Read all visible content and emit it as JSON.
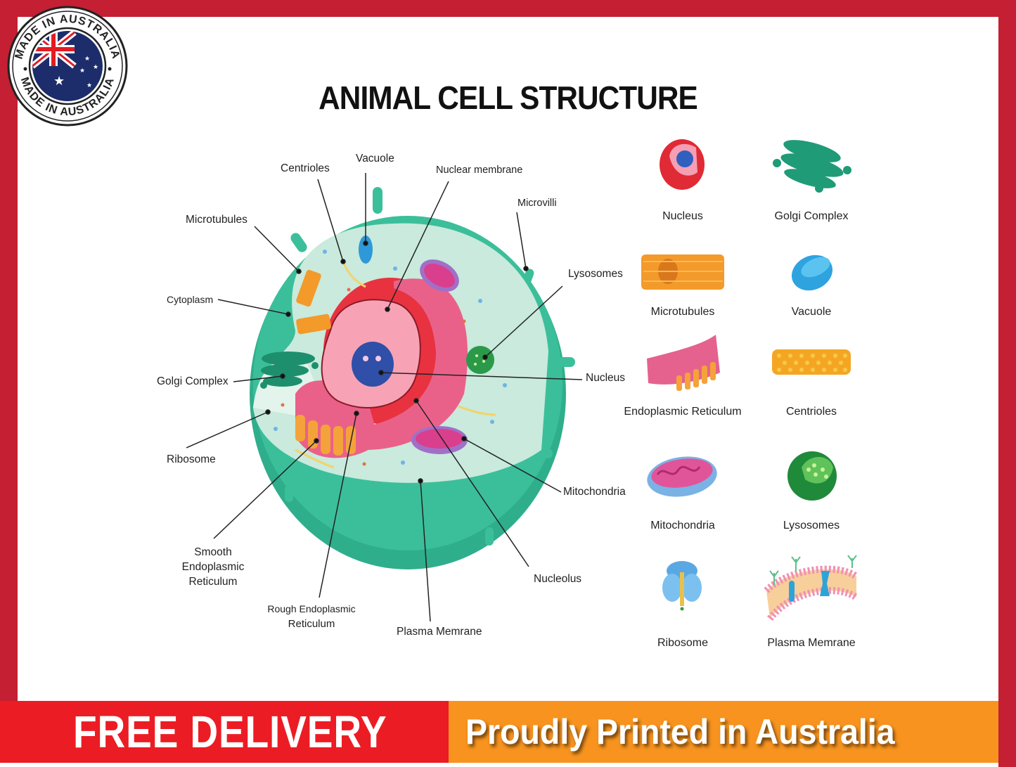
{
  "badge": {
    "top_text": "MADE IN AUSTRALIA",
    "bottom_text": "MADE IN AUSTRALIA",
    "icon": "australian-flag-icon"
  },
  "title": "ANIMAL CELL STRUCTURE",
  "diagram_labels": {
    "centrioles": "Centrioles",
    "vacuole": "Vacuole",
    "nuclear_membrane": "Nuclear membrane",
    "microvilli": "Microvilli",
    "microtubules": "Microtubules",
    "lysosomes": "Lysosomes",
    "cytoplasm": "Cytoplasm",
    "golgi_complex": "Golgi Complex",
    "nucleus": "Nucleus",
    "ribosome": "Ribosome",
    "mitochondria": "Mitochondria",
    "smooth_er_1": "Smooth",
    "smooth_er_2": "Endoplasmic",
    "smooth_er_3": "Reticulum",
    "rough_er_1": "Rough Endoplasmic",
    "rough_er_2": "Reticulum",
    "plasma_membrane": "Plasma Memrane",
    "nucleolus": "Nucleolus"
  },
  "gallery": [
    {
      "label": "Nucleus",
      "icon": "nucleus-icon"
    },
    {
      "label": "Golgi Complex",
      "icon": "golgi-complex-icon"
    },
    {
      "label": "Microtubules",
      "icon": "microtubules-icon"
    },
    {
      "label": "Vacuole",
      "icon": "vacuole-icon"
    },
    {
      "label": "Endoplasmic Reticulum",
      "icon": "endoplasmic-reticulum-icon"
    },
    {
      "label": "Centrioles",
      "icon": "centrioles-icon"
    },
    {
      "label": "Mitochondria",
      "icon": "mitochondria-icon"
    },
    {
      "label": "Lysosomes",
      "icon": "lysosomes-icon"
    },
    {
      "label": "Ribosome",
      "icon": "ribosome-icon"
    },
    {
      "label": "Plasma Memrane",
      "icon": "plasma-membrane-icon"
    }
  ],
  "banner": {
    "left_text": "FREE DELIVERY",
    "right_text": "Proudly Printed in Australia"
  },
  "colors": {
    "frame_red": "#c41f32",
    "banner_red": "#ec1c24",
    "banner_orange": "#f7931e",
    "cell_teal": "#3bbf9a",
    "cytoplasm": "#c9eadc",
    "nucleus_red": "#e8323f",
    "nucleus_pink": "#f7a3b5",
    "nucleolus_blue": "#2f4fa8"
  }
}
